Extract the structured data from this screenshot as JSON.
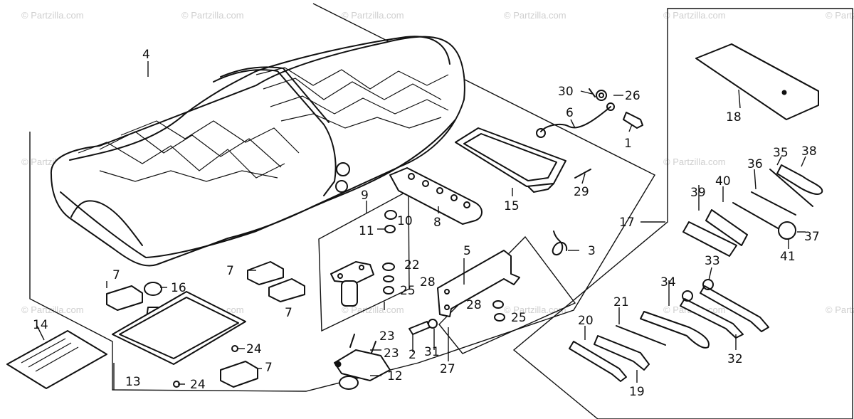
{
  "watermark": "© Partzilla.com",
  "colors": {
    "ink": "#111111",
    "paper": "#ffffff",
    "watermark": "#cfcfcf"
  },
  "callouts": {
    "c1": "1",
    "c2": "2",
    "c3": "3",
    "c4": "4",
    "c5": "5",
    "c6": "6",
    "c7a": "7",
    "c7b": "7",
    "c7c": "7",
    "c7d": "7",
    "c8": "8",
    "c9": "9",
    "c10": "10",
    "c11": "11",
    "c12": "12",
    "c13": "13",
    "c14": "14",
    "c15": "15",
    "c16": "16",
    "c17": "17",
    "c18": "18",
    "c19": "19",
    "c20": "20",
    "c21": "21",
    "c22": "22",
    "c23a": "23",
    "c23b": "23",
    "c24a": "24",
    "c24b": "24",
    "c25a": "25",
    "c25b": "25",
    "c26": "26",
    "c27": "27",
    "c28a": "28",
    "c28b": "28",
    "c29": "29",
    "c30": "30",
    "c31": "31",
    "c32": "32",
    "c33": "33",
    "c34": "34",
    "c35": "35",
    "c36": "36",
    "c37": "37",
    "c38": "38",
    "c39": "39",
    "c40": "40",
    "c41": "41"
  }
}
